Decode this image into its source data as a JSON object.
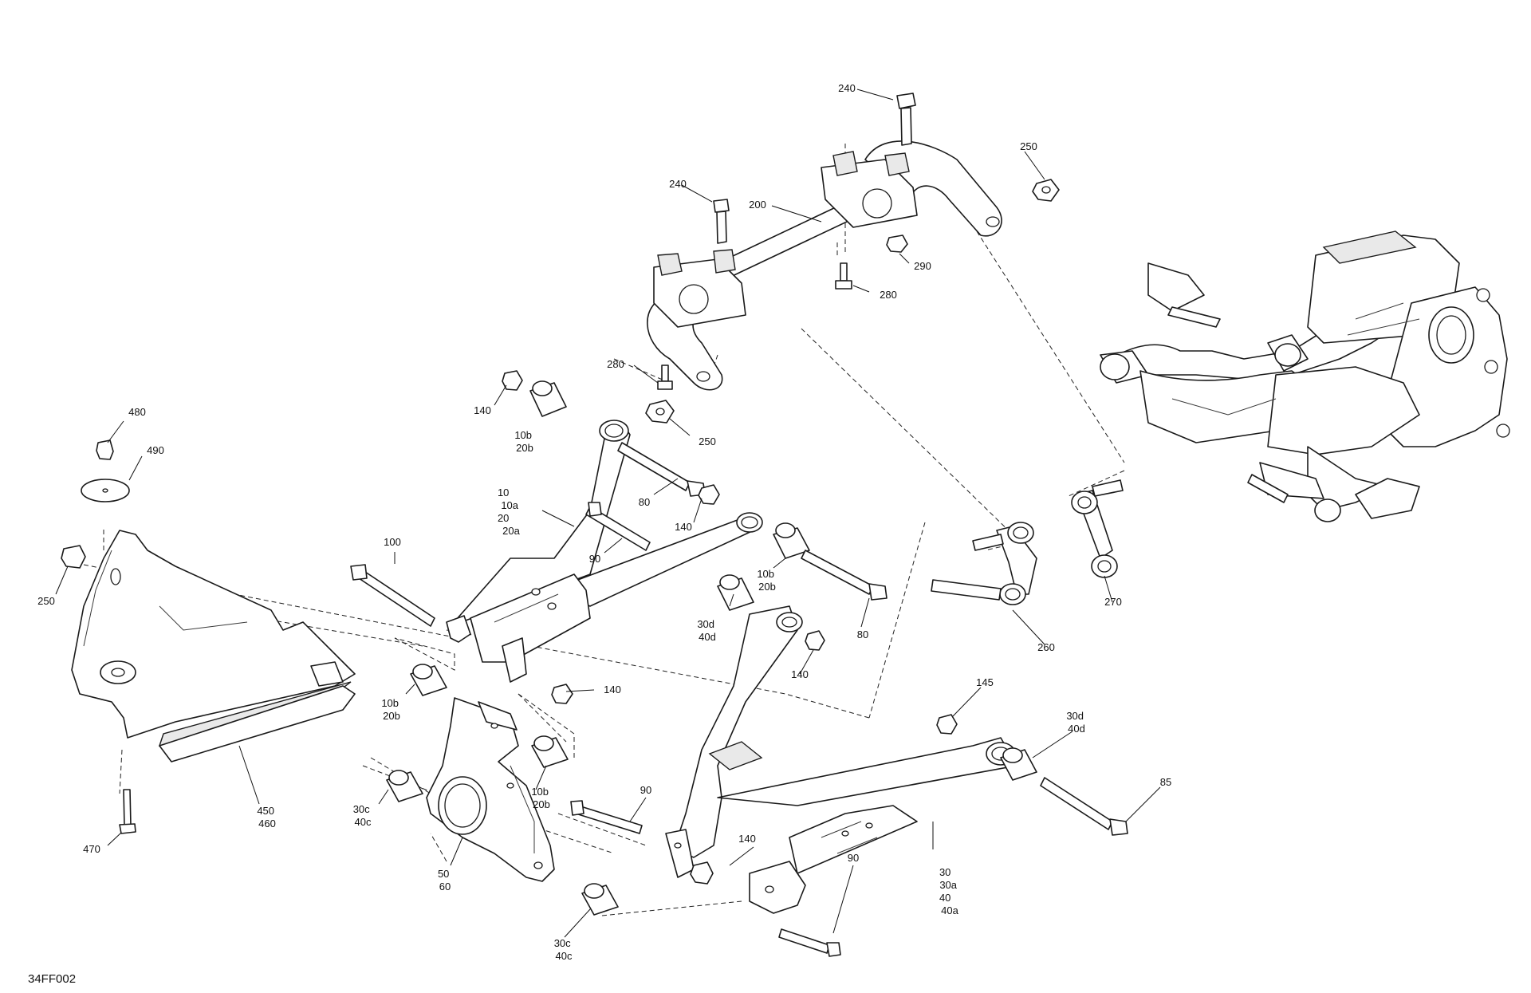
{
  "diagram_code": "34FF002",
  "callouts": {
    "c240a": "240",
    "c240b": "240",
    "c250a": "250",
    "c200": "200",
    "c290": "290",
    "c280a": "280",
    "c280b": "280",
    "c250b": "250",
    "c140a": "140",
    "c10b20b_a": [
      "10b",
      "20b"
    ],
    "c10group": [
      "10",
      "10a",
      "20",
      "20a"
    ],
    "c80a": "80",
    "c140b": "140",
    "c90a": "90",
    "c10b20b_b": [
      "10b",
      "20b"
    ],
    "c30d40d_a": [
      "30d",
      "40d"
    ],
    "c80b": "80",
    "c140c": "140",
    "c140d": "140",
    "c100": "100",
    "c480": "480",
    "c490": "490",
    "c250c": "250",
    "c10b20b_c": [
      "10b",
      "20b"
    ],
    "c10b20b_d": [
      "10b",
      "20b"
    ],
    "c30c40c_a": [
      "30c",
      "40c"
    ],
    "c50_60": [
      "50",
      "60"
    ],
    "c30c40c_b": [
      "30c",
      "40c"
    ],
    "c450_460": [
      "450",
      "460"
    ],
    "c470": "470",
    "c90b": "90",
    "c140e": "140",
    "c90c": "90",
    "c30group": [
      "30",
      "30a",
      "40",
      "40a"
    ],
    "c145": "145",
    "c30d40d_b": [
      "30d",
      "40d"
    ],
    "c85": "85",
    "c260": "260",
    "c270": "270"
  }
}
